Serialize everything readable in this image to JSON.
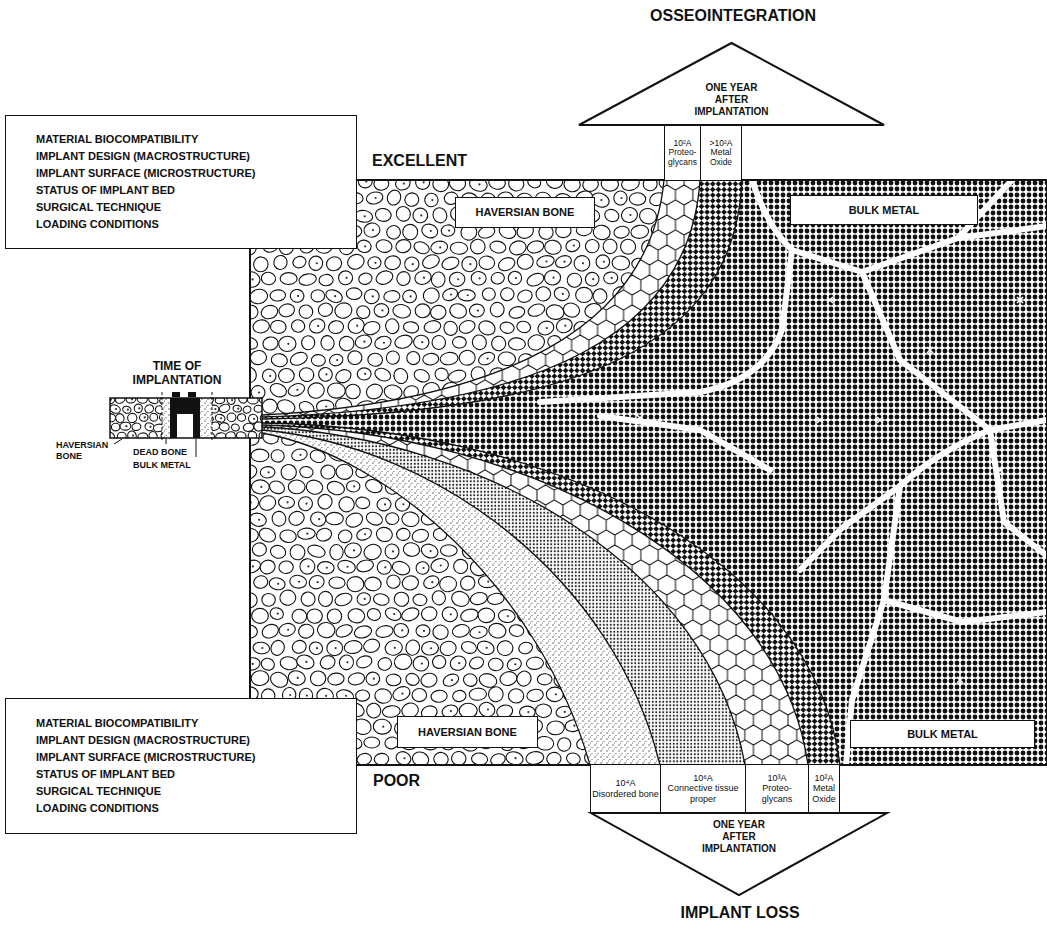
{
  "diagram": {
    "nodes": [
      {
        "text": [
          "ONE YEAR AFTER IMPLANTATION"
        ]
      },
      {
        "text": [
          "10²A",
          "Proteo- glycans"
        ]
      },
      {
        "text": [
          ">10²A",
          "Metal Oxide"
        ]
      },
      {
        "text": [
          "MATERIAL BIOCOMPATIBILITY",
          "IMPLANT DESIGN (MACROSTRUCTURE)",
          "IMPLANT SURFACE (MICROSTRUCTURE)",
          "STATUS OF IMPLANT BED",
          "SURGICAL TECHNIQUE",
          "LOADING CONDITIONS"
        ]
      },
      {
        "text": [
          "HAVERSIAN BONE"
        ]
      },
      {
        "text": [
          "BULK METAL"
        ]
      },
      {
        "text": [
          "HAVERSIAN BONE"
        ]
      },
      {
        "text": [
          "BULK METAL"
        ]
      },
      {
        "text": [
          "MATERIAL BIOCOMPATIBILITY",
          "IMPLANT DESIGN (MACROSTRUCTURE)",
          "IMPLANT SURFACE (MICROSTRUCTURE)",
          "STATUS OF IMPLANT BED",
          "SURGICAL TECHNIQUE",
          "LOADING CONDITIONS"
        ]
      },
      {
        "text": [
          "10⁴A",
          "Disordered bone"
        ]
      },
      {
        "text": [
          "10⁶A",
          "Connective tissue proper"
        ]
      },
      {
        "text": [
          "10³A",
          "Proteo- glycans"
        ]
      },
      {
        "text": [
          "10²A",
          "Metal Oxide"
        ]
      },
      {
        "text": [
          "ONE YEAR AFTER IMPLANTATION"
        ]
      }
    ],
    "labels": [
      "OSSEOINTEGRATION",
      "EXCELLENT",
      "TIME OF IMPLANTATION",
      "HAVERSIAN BONE",
      "DEAD BONE",
      "BULK METAL",
      "POOR",
      "IMPLANT LOSS"
    ]
  }
}
